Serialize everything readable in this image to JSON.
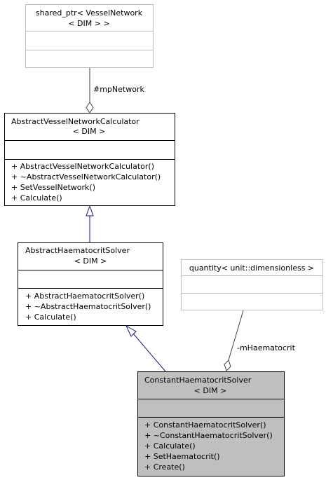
{
  "colors": {
    "box_border": "#000000",
    "template_border": "#bfbfbf",
    "highlight_fill": "#bfbfbf",
    "inheritance_edge": "#191970",
    "usage_edge": "#404040"
  },
  "classes": {
    "shared_ptr": {
      "title_line1": "shared_ptr< VesselNetwork",
      "title_line2": "< DIM > >",
      "methods": []
    },
    "abstract_calculator": {
      "title_line1": "AbstractVesselNetworkCalculator",
      "title_line2": "< DIM >",
      "methods": [
        "+ AbstractVesselNetworkCalculator()",
        "+ ~AbstractVesselNetworkCalculator()",
        "+ SetVesselNetwork()",
        "+ Calculate()"
      ]
    },
    "abstract_solver": {
      "title_line1": "AbstractHaematocritSolver",
      "title_line2": "< DIM >",
      "methods": [
        "+ AbstractHaematocritSolver()",
        "+ ~AbstractHaematocritSolver()",
        "+ Calculate()"
      ]
    },
    "quantity": {
      "title_line1": "quantity< unit::dimensionless >",
      "methods": []
    },
    "constant_solver": {
      "title_line1": "ConstantHaematocritSolver",
      "title_line2": "< DIM >",
      "methods": [
        "+ ConstantHaematocritSolver()",
        "+ ~ConstantHaematocritSolver()",
        "+ Calculate()",
        "+ SetHaematocrit()",
        "+ Create()"
      ]
    }
  },
  "edges": {
    "network_label": "#mpNetwork",
    "haematocrit_label": "-mHaematocrit"
  }
}
